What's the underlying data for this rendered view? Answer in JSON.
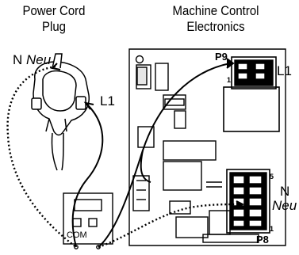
{
  "labels": {
    "plug_title_line1": "Power Cord",
    "plug_title_line2": "Plug",
    "mce_title_line1": "Machine Control",
    "mce_title_line2": "Electronics",
    "plug_neutral_n": "N",
    "plug_neutral_neu": "Neu",
    "plug_l1": "L1",
    "board_l1": "L1",
    "board_neutral_n": "N",
    "board_neutral_neu": "Neu",
    "connector_p9": "P9",
    "connector_p8": "P8",
    "p9_pin1": "1",
    "p8_pin5": "5",
    "p8_pin1": "1",
    "meter_com": "COM"
  }
}
